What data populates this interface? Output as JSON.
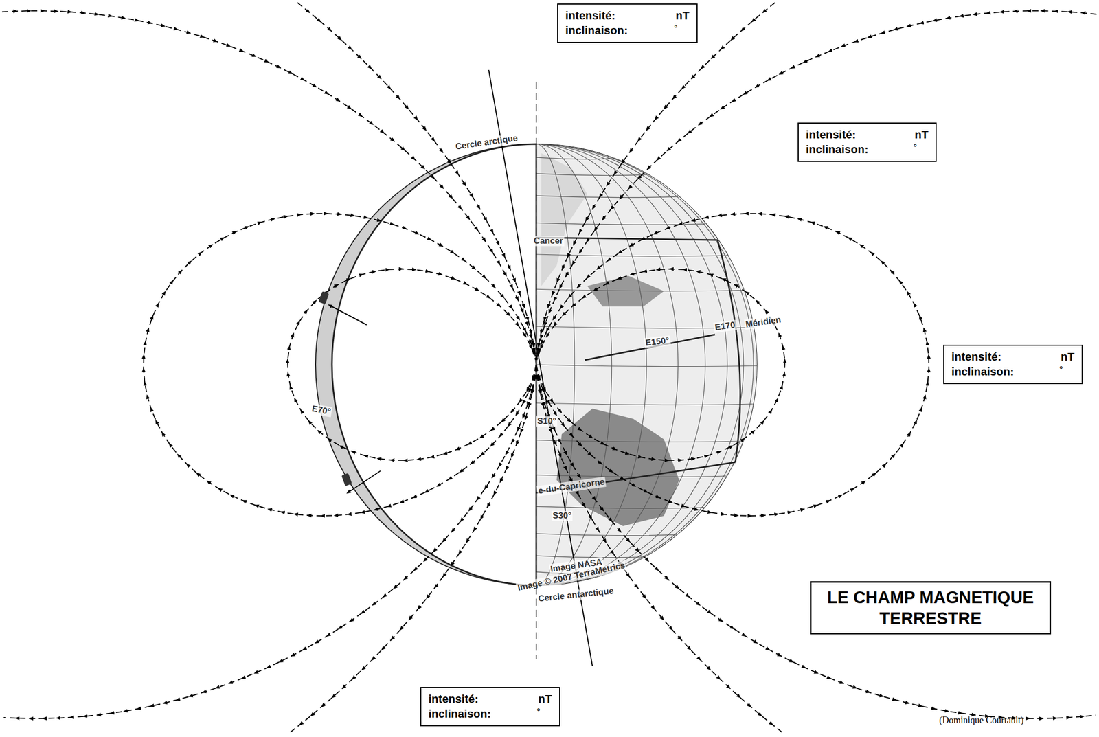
{
  "diagram": {
    "title": "LE CHAMP MAGNETIQUE TERRESTRE",
    "nodes": [
      {
        "text": [
          "intensité:",
          "nT",
          "inclinaison:",
          "°"
        ]
      },
      {
        "text": [
          "intensité:",
          "nT",
          "inclinaison:",
          "°"
        ]
      },
      {
        "text": [
          "intensité:",
          "nT",
          "inclinaison:",
          "°"
        ]
      },
      {
        "text": [
          "intensité:",
          "nT",
          "inclinaison:",
          "°"
        ]
      }
    ],
    "labels": [
      "Cercle arctique",
      "Cancer",
      "E150°",
      "E170",
      "Méridien",
      "E70°",
      "S10°",
      "e-du-Capricorne",
      "S30°",
      "Image NASA",
      "Image © 2007 TerraMetrics",
      "Cercle antarctique",
      "(Dominique Courtault)"
    ]
  }
}
